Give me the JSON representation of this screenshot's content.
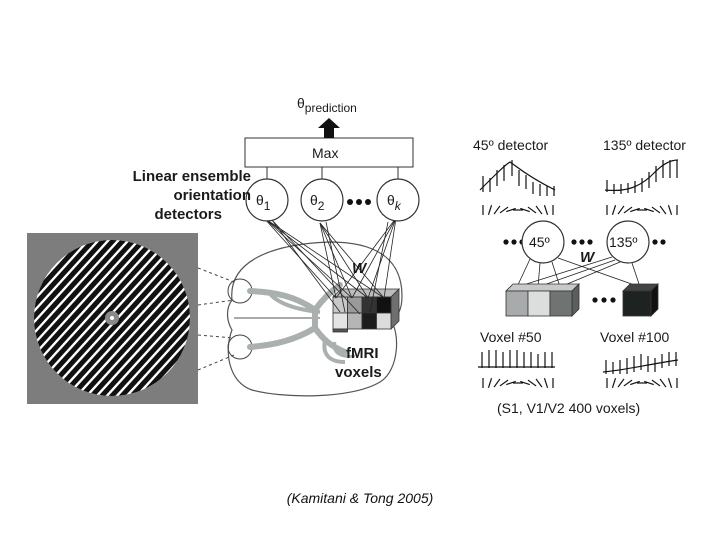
{
  "diagram": {
    "prediction_label": "θ",
    "prediction_sub": "prediction",
    "max_label": "Max",
    "ensemble_label_lines": [
      "Linear ensemble",
      "orientation",
      "detectors"
    ],
    "detectors": [
      {
        "symbol": "θ",
        "sub": "1"
      },
      {
        "symbol": "θ",
        "sub": "2"
      },
      {
        "symbol": "θ",
        "sub": "k"
      }
    ],
    "weight_label": "W",
    "fmri_label_lines": [
      "fMRI",
      "voxels"
    ],
    "right_panel": {
      "detector_45_label": "45º detector",
      "detector_135_label": "135º detector",
      "node_45": "45º",
      "node_135": "135º",
      "weight_label": "W",
      "voxel_50_label": "Voxel #50",
      "voxel_100_label": "Voxel #100",
      "footnote": "(S1, V1/V2 400 voxels)"
    }
  },
  "citation": "(Kamitani & Tong 2005)"
}
